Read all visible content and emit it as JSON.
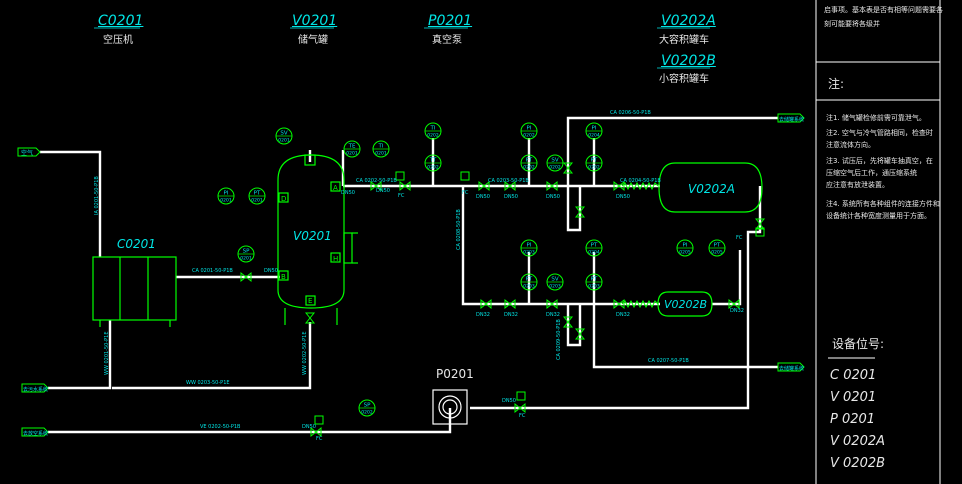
{
  "header": {
    "c0201_tag": "C0201",
    "c0201_name": "空压机",
    "v0201_tag": "V0201",
    "v0201_name": "储气罐",
    "p0201_tag": "P0201",
    "p0201_name": "真空泵",
    "v0202a_tag": "V0202A",
    "v0202a_name": "大容积罐车",
    "v0202b_tag": "V0202B",
    "v0202b_name": "小容积罐车"
  },
  "side_panel": {
    "top_note_1": "启事项。基本表是否有相等问题需要各",
    "top_note_2": "刻可能要将各级并",
    "notes_title": "注:",
    "notes": [
      "注1. 储气罐检修前需可靠泄气。",
      "注2. 空气与冷气管路相同，检查时",
      "      注意流体方向。",
      "注3. 试压后，先将罐车抽真空，在",
      "      压缩空气后工作，通压缩系统",
      "      应注意有放泄装置。",
      "注4. 系统所有各种组件的连接方件和",
      "      设备统计各种宽度测量用于方面。"
    ],
    "equip_title": "设备位号:",
    "equip_items": [
      "C 0201",
      "V 0201",
      "P 0201",
      "V 0202A",
      "V 0202B"
    ]
  },
  "equipment": {
    "c0201": "C0201",
    "v0201": "V0201",
    "v0202a": "V0202A",
    "v0202b": "V0202B",
    "p0201": "P0201"
  },
  "instruments": [
    {
      "id": "sv0201",
      "l1": "SV",
      "l2": "0201"
    },
    {
      "id": "te0201",
      "l1": "TE",
      "l2": "0201"
    },
    {
      "id": "ti0201",
      "l1": "TI",
      "l2": "0201"
    },
    {
      "id": "pi0201",
      "l1": "PI",
      "l2": "0201"
    },
    {
      "id": "pt0201",
      "l1": "PT",
      "l2": "0201"
    },
    {
      "id": "sp0201",
      "l1": "SP",
      "l2": "0201"
    },
    {
      "id": "ti0202",
      "l1": "TI",
      "l2": "0202"
    },
    {
      "id": "tt0202",
      "l1": "TT",
      "l2": "0202"
    },
    {
      "id": "pi0202",
      "l1": "PI",
      "l2": "0202"
    },
    {
      "id": "ft0202",
      "l1": "FT",
      "l2": "0202"
    },
    {
      "id": "sv0202",
      "l1": "SV",
      "l2": "0202"
    },
    {
      "id": "pt0202",
      "l1": "PT",
      "l2": "0202"
    },
    {
      "id": "pi0203",
      "l1": "PI",
      "l2": "0203"
    },
    {
      "id": "ft0203",
      "l1": "FT",
      "l2": "0203"
    },
    {
      "id": "sv0203",
      "l1": "SV",
      "l2": "0203"
    },
    {
      "id": "pt0203",
      "l1": "PT",
      "l2": "0203"
    },
    {
      "id": "pi0204",
      "l1": "PI",
      "l2": "0204"
    },
    {
      "id": "pt0204",
      "l1": "PT",
      "l2": "0204"
    },
    {
      "id": "pi0205",
      "l1": "PI",
      "l2": "0205"
    },
    {
      "id": "pt0205",
      "l1": "PT",
      "l2": "0205"
    },
    {
      "id": "sp0202",
      "l1": "SP",
      "l2": "0202"
    }
  ],
  "pipe_labels": {
    "ca0201": "CA 0201-50-P1B",
    "ca0202": "CA 0202-50-P1B",
    "ca0203": "CA 0203-50-P1B",
    "ca0204": "CA 0204-50-P1B",
    "ca0206": "CA 0206-50-P1B",
    "ca0207": "CA 0207-50-P1B",
    "ca0208": "CA 0208-50-P1B",
    "ca0209": "CA 0209-50-P1B",
    "ww0201": "WW 0201-50-P1E",
    "ww0202": "WW 0202-50-P1E",
    "ww0203": "WW 0203-50-P1E",
    "ve0202": "VE 0202-50-P1B",
    "ia0201": "IA 0201-50-P1B"
  },
  "terminals": {
    "air_in": "空气",
    "out_top": "去储罐系统",
    "out_mid": "去储罐系统",
    "water_out": "去污水系统",
    "vent_out": "去放空系统"
  },
  "small_labels": {
    "dn50": "DN50",
    "dn32": "DN32",
    "fc": "FC",
    "nozzle_a": "A",
    "nozzle_b": "B",
    "nozzle_c": "C",
    "nozzle_d": "D",
    "nozzle_e": "E",
    "nozzle_f": "F",
    "nozzle_h": "H"
  },
  "colors": {
    "pipe": "#ffffff",
    "equipment": "#00ff00",
    "text": "#00e5e5",
    "note": "#e8e8e8",
    "valve": "#00ff00"
  }
}
